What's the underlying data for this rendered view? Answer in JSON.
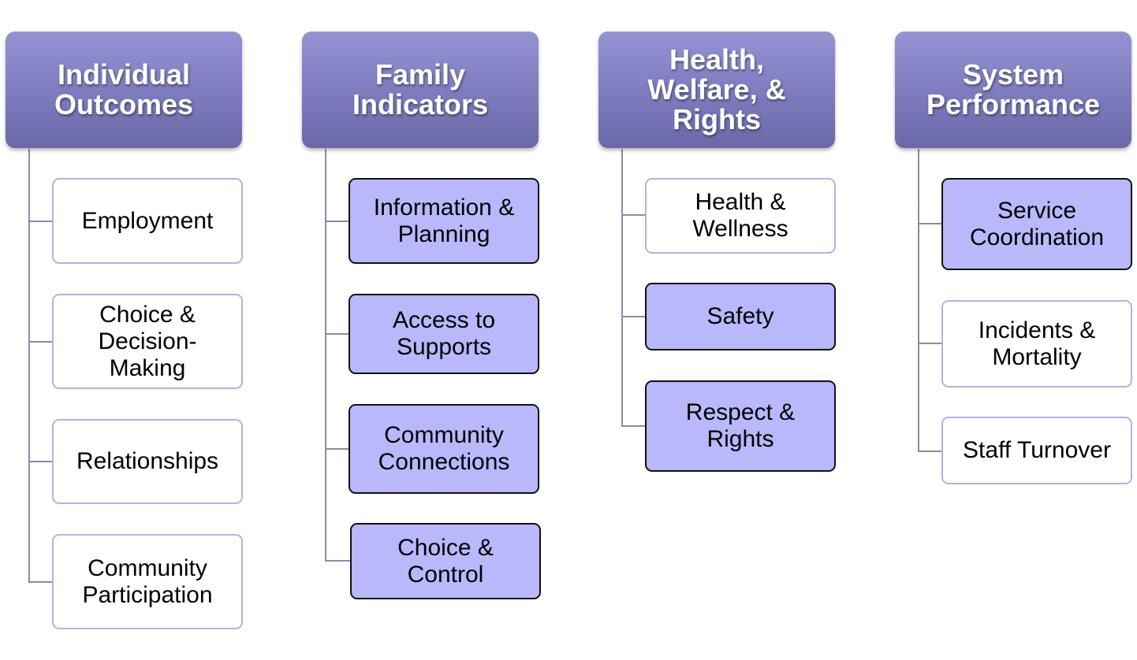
{
  "columns": [
    {
      "header": "Individual\nOutcomes",
      "items": [
        "Employment",
        "Choice &\nDecision-\nMaking",
        "Relationships",
        "Community\nParticipation"
      ]
    },
    {
      "header": "Family\nIndicators",
      "items": [
        "Information &\nPlanning",
        "Access to\nSupports",
        "Community\nConnections",
        "Choice &\nControl"
      ]
    },
    {
      "header": "Health,\nWelfare, &\nRights",
      "items": [
        "Health &\nWellness",
        "Safety",
        "Respect &\nRights"
      ]
    },
    {
      "header": "System\nPerformance",
      "items": [
        "Service\nCoordination",
        "Incidents &\nMortality",
        "Staff Turnover"
      ]
    }
  ],
  "colors": {
    "header_top": "#9593d4",
    "header_bottom": "#6a68a8",
    "filled_box": "#b8b8fb",
    "light_border": "#b3b1e6",
    "connector": "#8c8aa8"
  }
}
